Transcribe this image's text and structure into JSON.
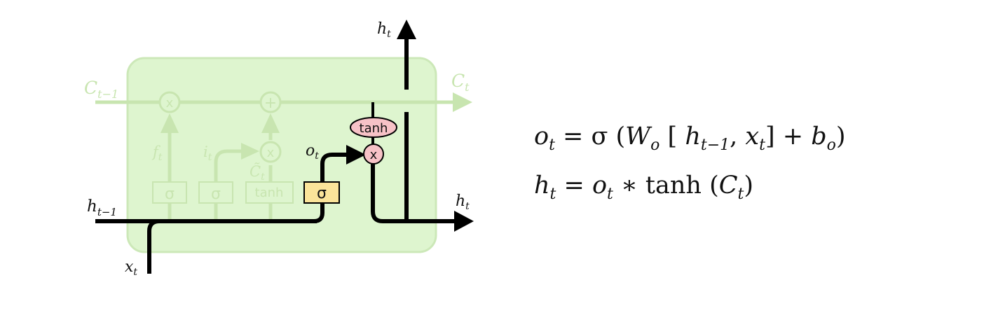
{
  "diagram": {
    "labels": {
      "c_prev": "C",
      "c_prev_sub": "t−1",
      "c_next": "C",
      "c_next_sub": "t",
      "h_prev": "h",
      "h_prev_sub": "t−1",
      "h_out_right": "h",
      "h_out_right_sub": "t",
      "h_out_top": "h",
      "h_out_top_sub": "t",
      "x_in": "x",
      "x_in_sub": "t",
      "f_gate": "f",
      "f_gate_sub": "t",
      "i_gate": "i",
      "i_gate_sub": "t",
      "c_tilde": "C̃",
      "c_tilde_sub": "t",
      "o_gate": "o",
      "o_gate_sub": "t"
    },
    "ops": {
      "multiply": "x",
      "add": "+",
      "tanh": "tanh",
      "sigma": "σ"
    },
    "colors": {
      "cell_fill": "#def5cf",
      "cell_border": "#cce8b8",
      "faded_line": "#c8e5b0",
      "active_line": "#000000",
      "sigma_fill": "#fbe49a",
      "pointwise_fill": "#f7c2c7"
    }
  },
  "equations": {
    "o_line": {
      "lhs": "o",
      "lhs_sub": "t",
      "eq": " = σ (",
      "w": "W",
      "w_sub": "o",
      "bracket_open": " [ ",
      "h": "h",
      "h_sub": "t−1",
      "comma": ", ",
      "x": "x",
      "x_sub": "t",
      "bracket_close": "]  +  ",
      "b": "b",
      "b_sub": "o",
      "close": ")"
    },
    "h_line": {
      "lhs": "h",
      "lhs_sub": "t",
      "eq": " = ",
      "o": "o",
      "o_sub": "t",
      "op": " ∗ tanh (",
      "c": "C",
      "c_sub": "t",
      "close": ")"
    }
  }
}
